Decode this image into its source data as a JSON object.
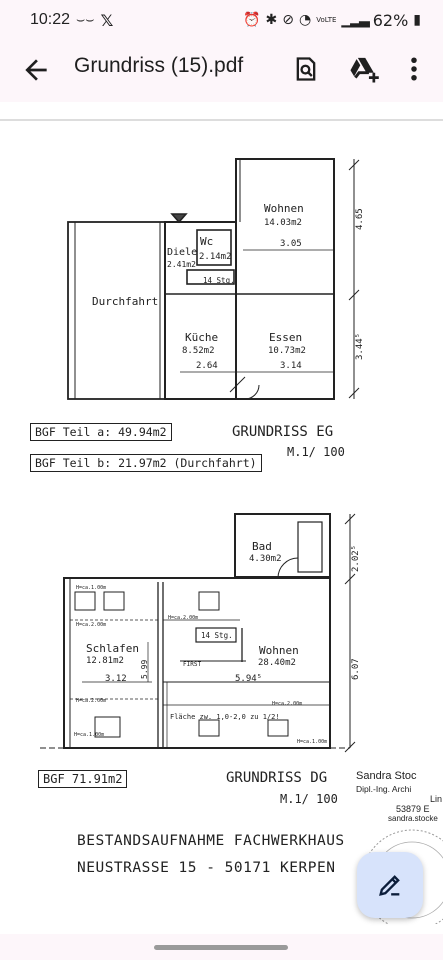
{
  "status": {
    "time": "10:22",
    "battery": "62%",
    "network": "VoLTE"
  },
  "appbar": {
    "title": "Grundriss (15).pdf",
    "back_icon": "arrow-left-icon",
    "actions": [
      "search-document-icon",
      "drive-add-icon",
      "more-vert-icon"
    ]
  },
  "plan_eg": {
    "rooms": {
      "wohnen": {
        "name": "Wohnen",
        "area": "14.03m2",
        "dim": "3.05"
      },
      "wc": {
        "name": "Wc",
        "area": "2.14m2"
      },
      "diele": {
        "name": "Diele",
        "area": "2.41m2"
      },
      "stg": "14 Stg.",
      "durchfahrt": "Durchfahrt",
      "kueche": {
        "name": "Küche",
        "area": "8.52m2",
        "dim": "2.64"
      },
      "essen": {
        "name": "Essen",
        "area": "10.73m2",
        "dim": "3.14"
      }
    },
    "side_dims": [
      "4.65",
      "3.44⁵"
    ],
    "bgf_a": "BGF Teil a: 49.94m2",
    "bgf_b": "BGF Teil b: 21.97m2 (Durchfahrt)",
    "title": "GRUNDRISS EG",
    "scale": "M.1/ 100"
  },
  "plan_dg": {
    "rooms": {
      "bad": {
        "name": "Bad",
        "area": "4.30m2"
      },
      "schlafen": {
        "name": "Schlafen",
        "area": "12.81m2",
        "dim": "3.12"
      },
      "wohnen": {
        "name": "Wohnen",
        "area": "28.40m2",
        "dim": "5.94⁵"
      },
      "stg": "14 Stg.",
      "first": "FIRST",
      "flaeche": "Fläche zw. 1,0-2,0 zu 1/2!",
      "h100": "H=ca.1.00m",
      "h200": "H=ca.2.00m"
    },
    "side_dims": [
      "2.02⁵",
      "6.07"
    ],
    "inner_dim": "5.99",
    "bgf": "BGF 71.91m2",
    "title": "GRUNDRISS DG",
    "scale": "M.1/ 100"
  },
  "footer": {
    "line1": "BESTANDSAUFNAHME FACHWERKHAUS",
    "line2": "NEUSTRASSE 15 - 50171 KERPEN"
  },
  "stamp": {
    "name": "Sandra Stoc",
    "role": "Dipl.-Ing. Archi",
    "line3": "Lin",
    "line4": "53879 E",
    "line5": "sandra.stocke"
  },
  "fab_icon": "edit-pen-icon"
}
